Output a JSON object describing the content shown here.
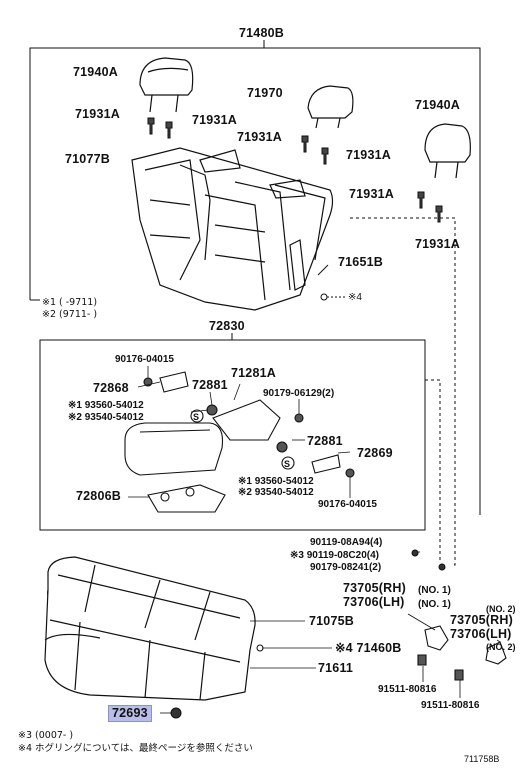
{
  "labels": {
    "l71480B": "71480B",
    "l71940A_left": "71940A",
    "l71931A_1": "71931A",
    "l71931A_2": "71931A",
    "l71970": "71970",
    "l71940A_right": "71940A",
    "l71931A_3": "71931A",
    "l71931A_4": "71931A",
    "l71077B": "71077B",
    "l71931A_5": "71931A",
    "l71931A_6": "71931A",
    "l71651B": "71651B",
    "l72830": "72830",
    "l90176_top": "90176-04015",
    "l71281A": "71281A",
    "l72868": "72868",
    "l72881_a": "72881",
    "l90179_top": "90179-06129(2)",
    "l93560_a": "※1 93560-54012",
    "l93540_a": "※2 93540-54012",
    "l72881_b": "72881",
    "l72869": "72869",
    "l93560_b": "※1 93560-54012",
    "l93540_b": "※2 93540-54012",
    "l72806B": "72806B",
    "l90176_bot": "90176-04015",
    "l90119_a": "90119-08A94(4)",
    "l90119_b": "※3 90119-08C20(4)",
    "l90179_bot": "90179-08241(2)",
    "l73705_rh1": "73705(RH)",
    "l73706_lh1": "73706(LH)",
    "no1_a": "(NO. 1)",
    "no1_b": "(NO. 1)",
    "no2_top": "(NO. 2)",
    "l73705_rh2": "73705(RH)",
    "l73706_lh2": "73706(LH)",
    "no2_bot": "(NO. 2)",
    "l71075B": "71075B",
    "l71460B": "※4 71460B",
    "l71611": "71611",
    "l91511_a": "91511-80816",
    "l91511_b": "91511-80816",
    "l72693": "72693",
    "s4_mark": "※4"
  },
  "notes": {
    "n1": "※1 (        -9711)",
    "n2": "※2 (9711-        )",
    "n3": "※3 (0007-        )",
    "n4": "※4 ホグリングについては、最終ページを参照ください",
    "ref": "711758B"
  },
  "circle_s": "S",
  "colors": {
    "highlight": "#b9bdea",
    "line": "#111111"
  }
}
